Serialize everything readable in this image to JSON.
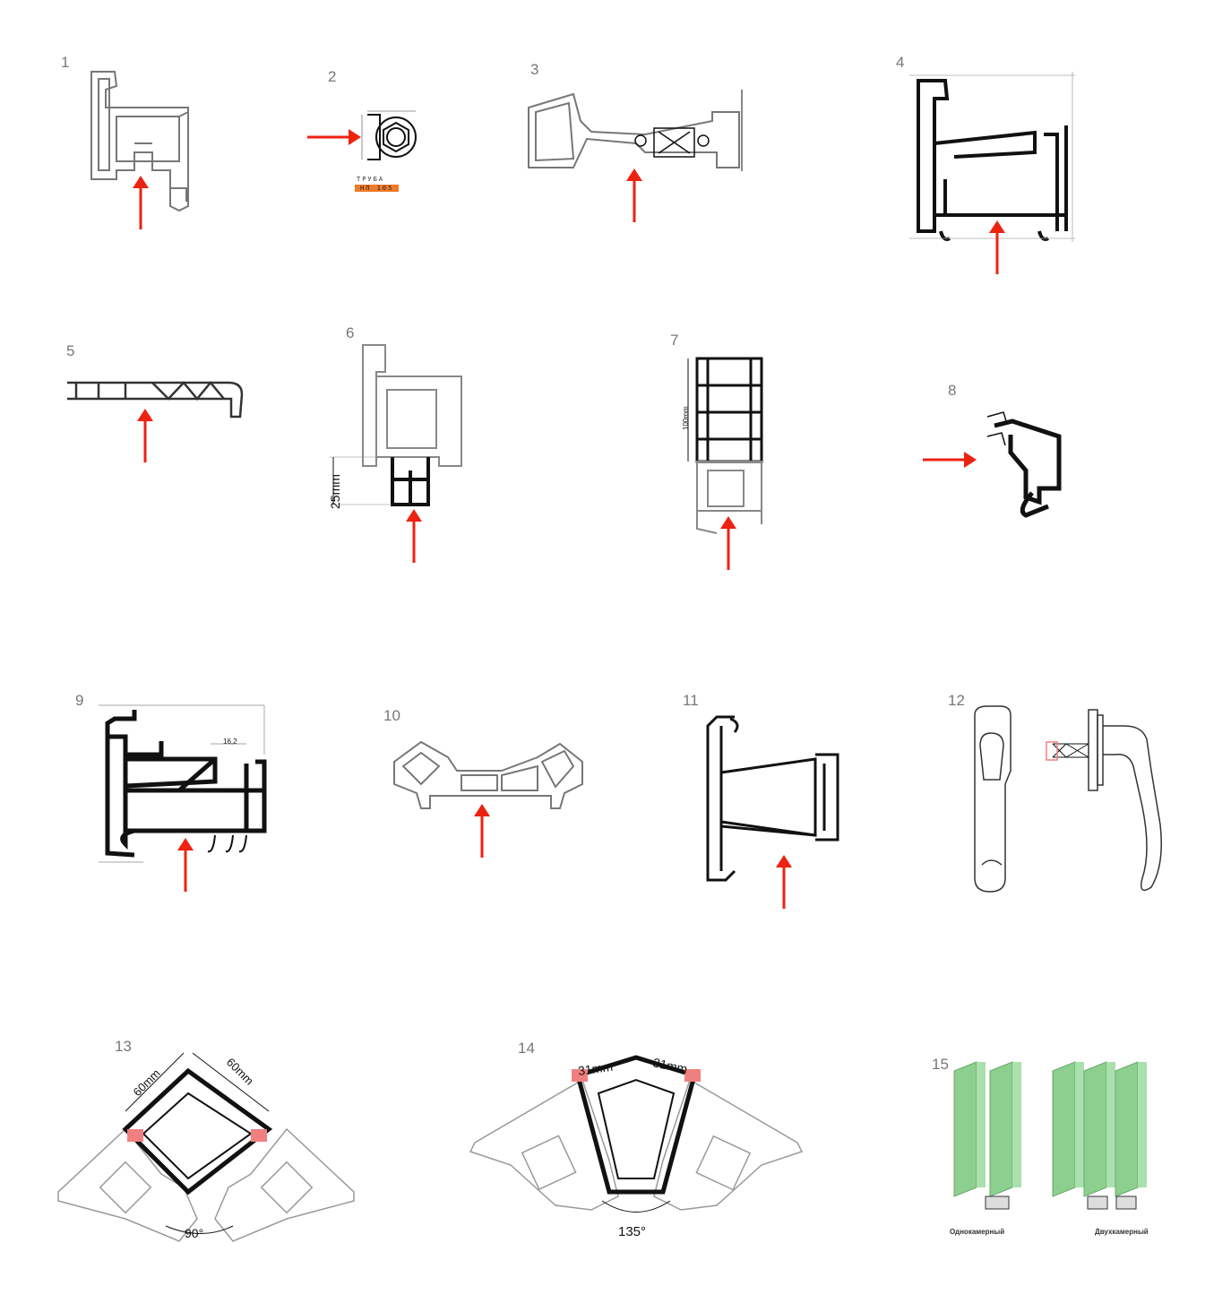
{
  "items": [
    {
      "number": "1"
    },
    {
      "number": "2"
    },
    {
      "number": "3"
    },
    {
      "number": "4"
    },
    {
      "number": "5"
    },
    {
      "number": "6"
    },
    {
      "number": "7"
    },
    {
      "number": "8"
    },
    {
      "number": "9"
    },
    {
      "number": "10"
    },
    {
      "number": "11"
    },
    {
      "number": "12"
    },
    {
      "number": "13"
    },
    {
      "number": "14"
    },
    {
      "number": "15"
    }
  ],
  "labels": {
    "tube_title": "ТРУБА",
    "tube_code": "НП 105",
    "dim_25mm": "25mm",
    "dim_100mm": "100mm",
    "dim_16_2": "16,2",
    "dim_60mm_left": "60mm",
    "dim_60mm_right": "60mm",
    "angle_90": "90°",
    "dim_31mm_left": "31mm",
    "dim_31mm_right": "31mm",
    "angle_135": "135°",
    "single_chamber": "Однокамерный",
    "double_chamber": "Двухкамерный"
  },
  "colors": {
    "arrow": "#ee2211",
    "profile_dark": "#111111",
    "profile_light": "#888888",
    "glass": "#8ccf8f",
    "seal": "#f08080",
    "tag_bg": "#f07a2a"
  },
  "icons": {
    "arrow": "red-arrow-icon"
  }
}
